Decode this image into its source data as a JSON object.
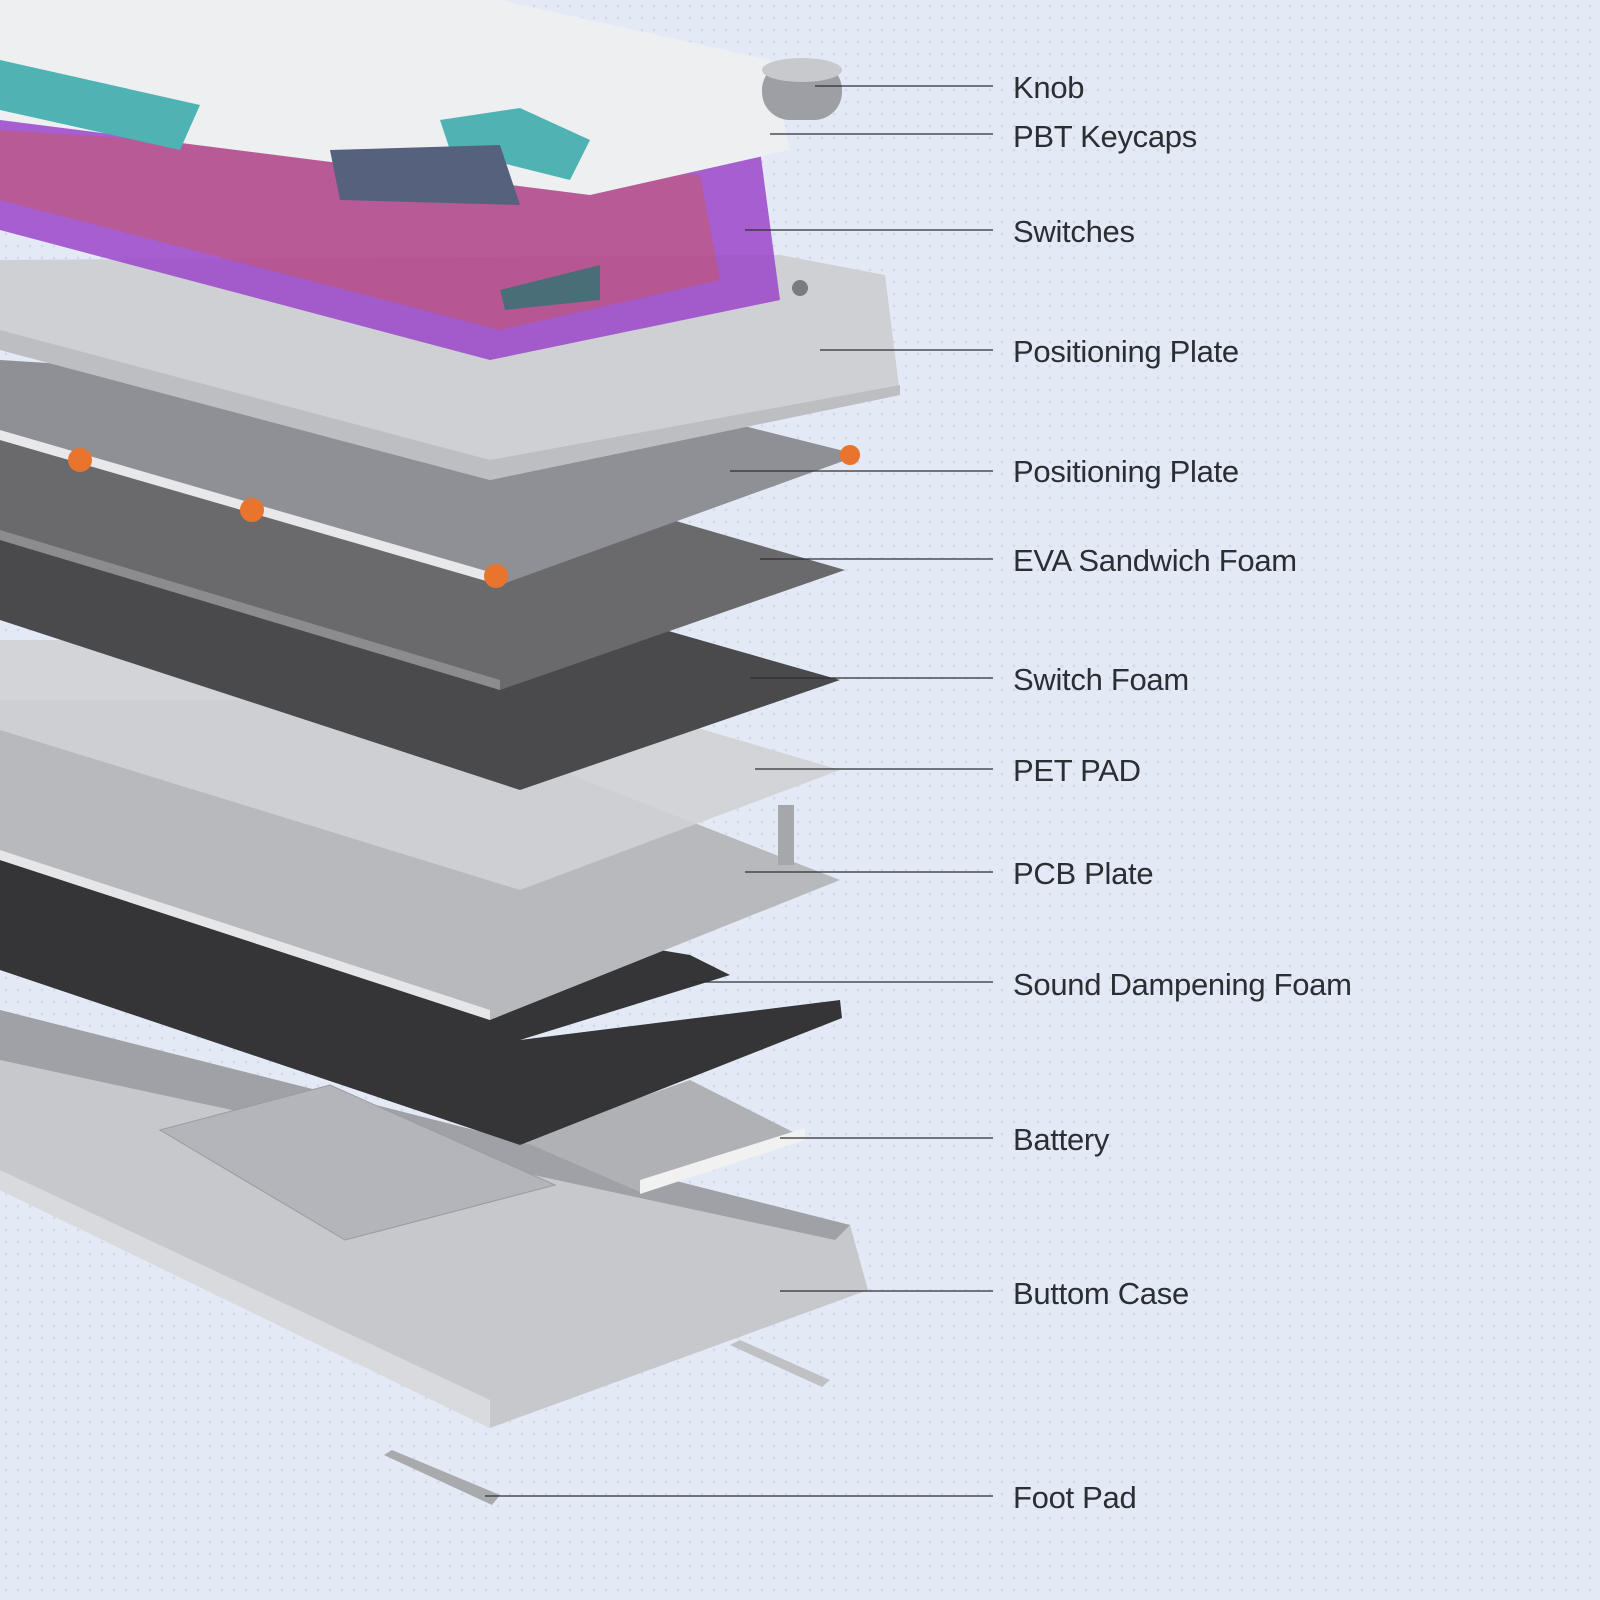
{
  "title": "Keyboard exploded view",
  "labels": [
    {
      "id": "knob",
      "text": "Knob"
    },
    {
      "id": "pbt-keycaps",
      "text": "PBT Keycaps"
    },
    {
      "id": "switches",
      "text": "Switches"
    },
    {
      "id": "positioning-plate-top",
      "text": "Positioning Plate"
    },
    {
      "id": "positioning-plate",
      "text": "Positioning Plate"
    },
    {
      "id": "eva-sandwich-foam",
      "text": "EVA Sandwich Foam"
    },
    {
      "id": "switch-foam",
      "text": "Switch Foam"
    },
    {
      "id": "pet-pad",
      "text": "PET PAD"
    },
    {
      "id": "pcb-plate",
      "text": "PCB Plate"
    },
    {
      "id": "sound-dampening-foam",
      "text": "Sound Dampening Foam"
    },
    {
      "id": "battery",
      "text": "Battery"
    },
    {
      "id": "buttom-case",
      "text": "Buttom Case"
    },
    {
      "id": "foot-pad",
      "text": "Foot Pad"
    }
  ],
  "colors": {
    "switch_housing": "#9b45c9",
    "switch_stem": "#d9542a",
    "accent_keycap": "#4fb3b3",
    "dark_keycap": "#56627d",
    "foam": "#3a3a3c"
  }
}
